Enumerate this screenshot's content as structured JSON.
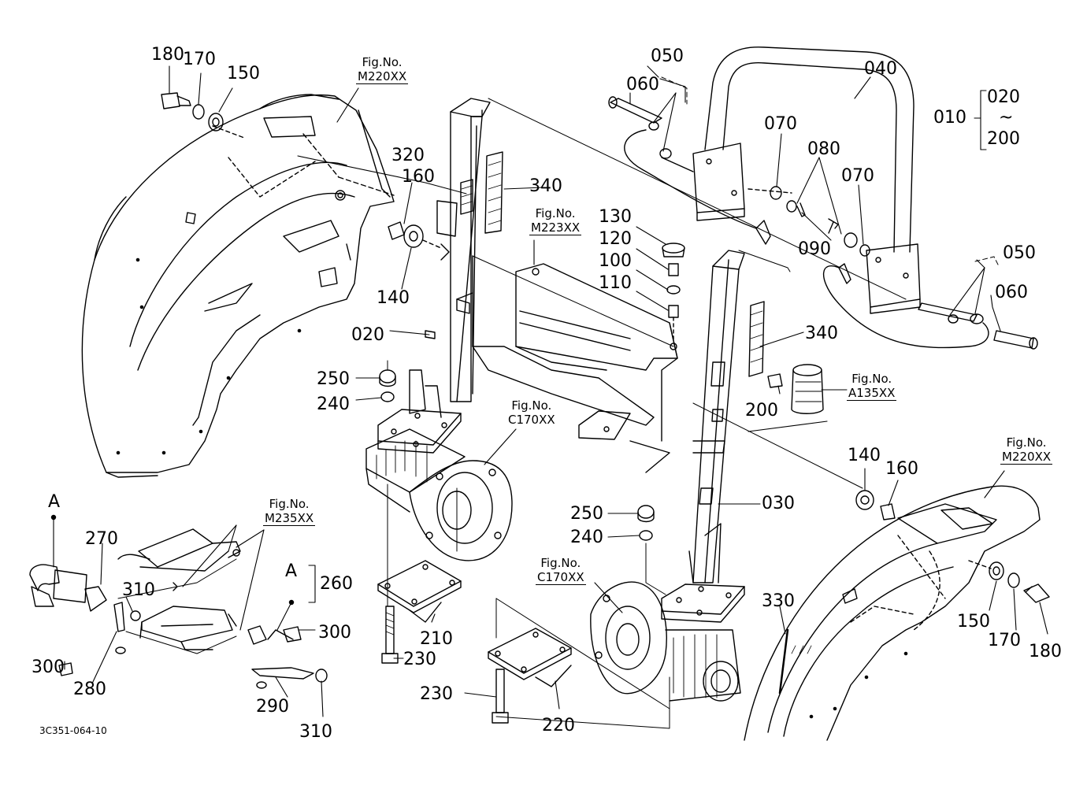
{
  "document_id": "3C351-064-10",
  "callouts": {
    "c180a": "180",
    "c170a": "170",
    "c150a": "150",
    "c160a": "160",
    "c140a": "140",
    "c320": "320",
    "c340a": "340",
    "c020": "020",
    "c250a": "250",
    "c240a": "240",
    "c050a": "050",
    "c060a": "060",
    "c040": "040",
    "c070a": "070",
    "c080": "080",
    "c070b": "070",
    "c090": "090",
    "c050b": "050",
    "c060b": "060",
    "c010": "010",
    "c020r": "020",
    "c200r": "200",
    "c_tilde": "~",
    "c130": "130",
    "c120": "120",
    "c100": "100",
    "c110": "110",
    "c340b": "340",
    "c200": "200",
    "c140b": "140",
    "c160b": "160",
    "c030": "030",
    "c250b": "250",
    "c240b": "240",
    "c210": "210",
    "c230a": "230",
    "c230b": "230",
    "c220": "220",
    "c330": "330",
    "c150b": "150",
    "c170b": "170",
    "c180b": "180",
    "c270": "270",
    "c310a": "310",
    "c300a": "300",
    "c280": "280",
    "c260": "260",
    "c300b": "300",
    "c290": "290",
    "c310b": "310",
    "letterA1": "A",
    "letterA2": "A"
  },
  "figure_refs": {
    "fr1": {
      "prefix": "Fig.No.",
      "code": "M220XX"
    },
    "fr2": {
      "prefix": "Fig.No.",
      "code": "M223XX"
    },
    "fr3": {
      "prefix": "Fig.No.",
      "code": "C170XX"
    },
    "fr4": {
      "prefix": "Fig.No.",
      "code": "A135XX"
    },
    "fr5": {
      "prefix": "Fig.No.",
      "code": "M220XX"
    },
    "fr6": {
      "prefix": "Fig.No.",
      "code": "M235XX"
    },
    "fr7": {
      "prefix": "Fig.No.",
      "code": "C170XX"
    }
  }
}
